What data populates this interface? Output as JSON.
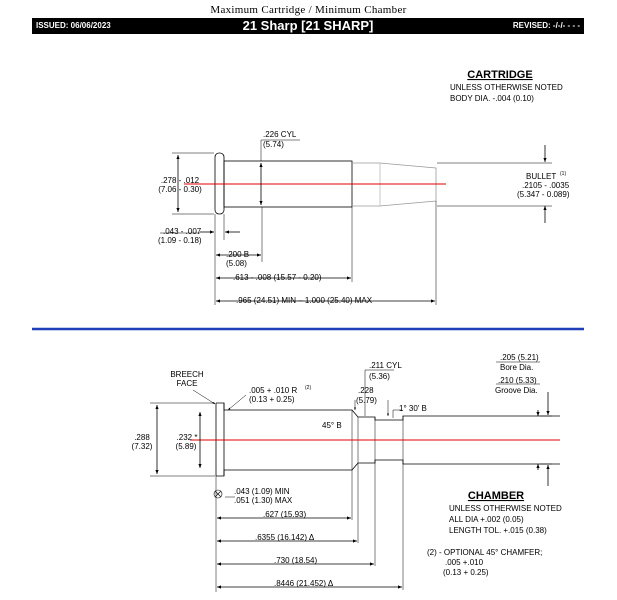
{
  "header": {
    "doc_title": "Maximum Cartridge / Minimum Chamber",
    "issued": "ISSUED:  06/06/2023",
    "title": "21 Sharp [21 SHARP]",
    "revised": "REVISED:  -/-/- - - -"
  },
  "cartridge": {
    "heading": "CARTRIDGE",
    "note1": "UNLESS OTHERWISE NOTED",
    "note2": "BODY DIA. -.004 (0.10)",
    "cyl_in": ".226 CYL",
    "cyl_mm": "(5.74)",
    "rim_dia_in": ".278 - .012",
    "rim_dia_mm": "(7.06 - 0.30)",
    "rim_thk_in": ".043 - .007",
    "rim_thk_mm": "(1.09 - 0.18)",
    "b_in": ".200 B",
    "b_mm": "(5.08)",
    "case_len": ".613 - .008 (15.57 - 0.20)",
    "oal": ".965 (24.51) MIN – 1.000 (25.40) MAX",
    "bullet_label": "BULLET",
    "bullet_sup": "(1)",
    "bullet_in": ".2105 - .0035",
    "bullet_mm": "(5.347 - 0.089)"
  },
  "chamber": {
    "heading": "CHAMBER",
    "note1": "UNLESS OTHERWISE NOTED",
    "note2": "ALL DIA +.002 (0.05)",
    "note3": "LENGTH TOL. +.015 (0.38)",
    "opt1": "(2) - OPTIONAL 45° CHAMFER;",
    "opt2": ".005 +.010",
    "opt3": "(0.13 + 0.25)",
    "breech1": "BREECH",
    "breech2": "FACE",
    "r_in": ".005 + .010 R",
    "r_sup": "(2)",
    "r_mm": "(0.13 + 0.25)",
    "d288_in": ".288",
    "d288_mm": "(7.32)",
    "d232_in": ".232 *",
    "d232_mm": "(5.89)",
    "d228_in": ".228",
    "d228_mm": "(5.79)",
    "angle45": "45° B",
    "cyl_in": ".211 CYL",
    "cyl_mm": "(5.36)",
    "angle130": "1° 30' B",
    "bore_in": ".205 (5.21)",
    "bore_label": "Bore Dia.",
    "groove_in": ".210 (5.33)",
    "groove_label": "Groove Dia.",
    "rim1": ".043 (1.09) MIN",
    "rim2": ".051 (1.30) MAX",
    "l627": ".627 (15.93)",
    "l6355": ".6355 (16.142) Δ",
    "l730": ".730 (18.54)",
    "l8446": ".8446 (21.452) Δ"
  },
  "colors": {
    "centerline": "#e00000",
    "divider": "#1f3fb8"
  }
}
